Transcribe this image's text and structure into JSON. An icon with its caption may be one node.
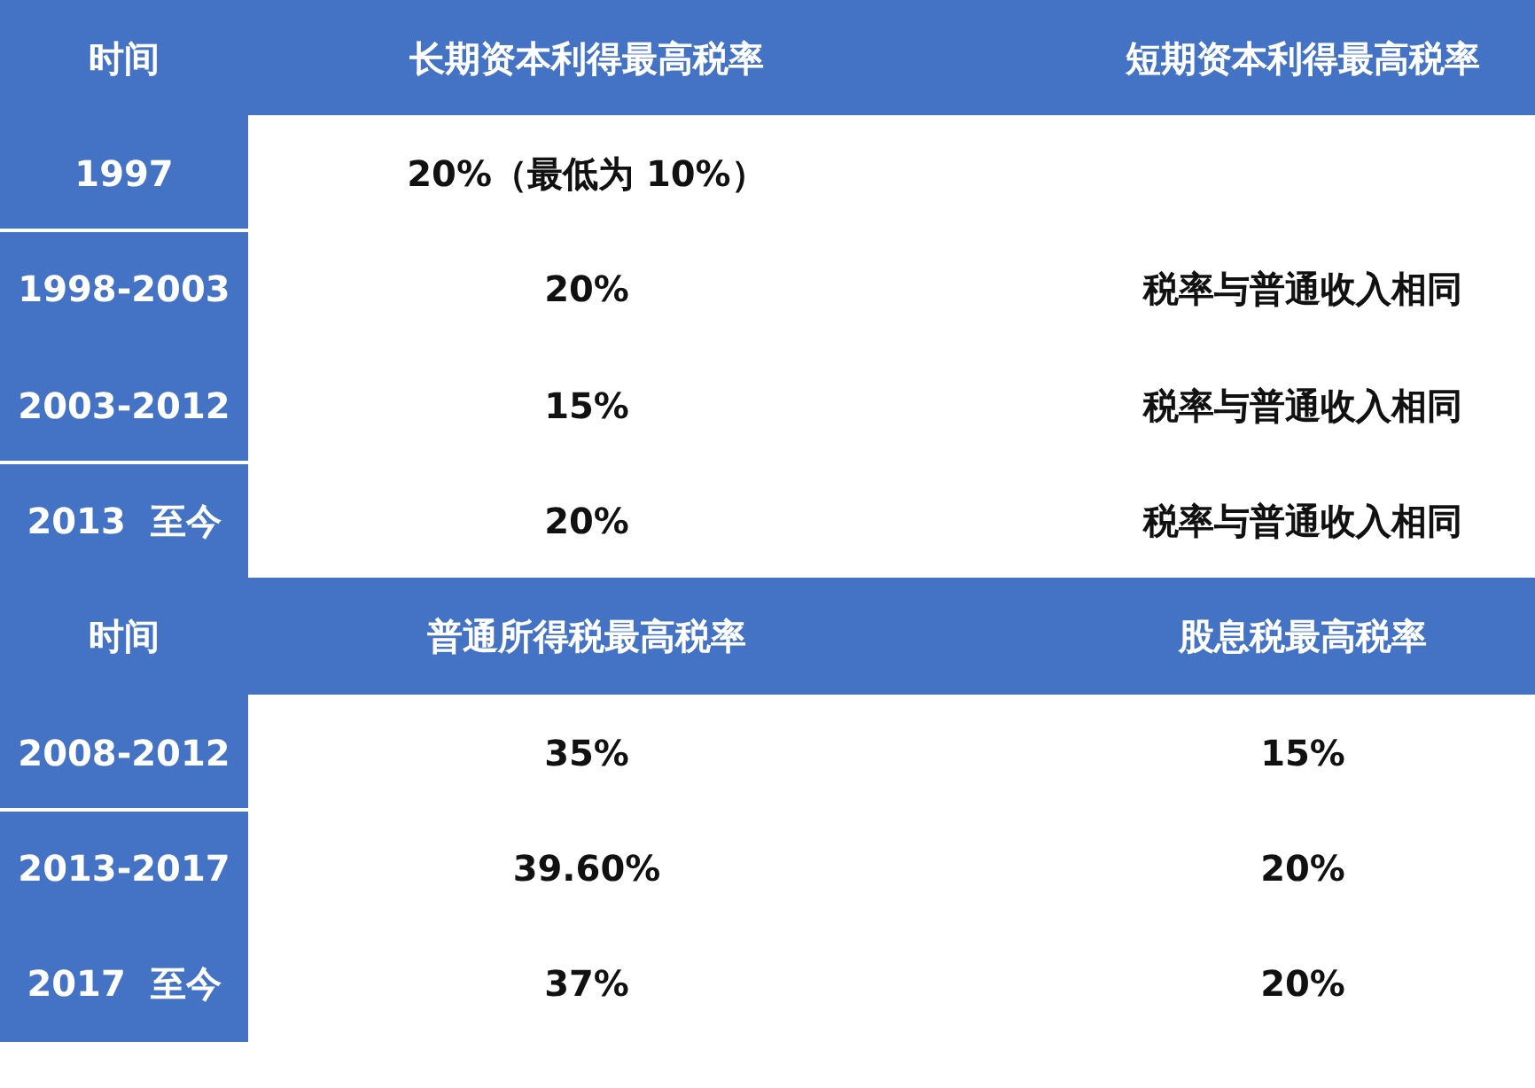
{
  "diagram": {
    "labels": [
      "时间",
      "长期资本利得最高税率",
      "短期资本利得最高税率",
      "1997",
      "20%（最低为 10%）",
      "1998-2003",
      "20%",
      "税率与普通收入相同",
      "2003-2012",
      "15%",
      "税率与普通收入相同",
      "2013  至今",
      "20%",
      "税率与普通收入相同",
      "时间",
      "普通所得税最高税率",
      "股息税最高税率",
      "2008-2012",
      "35%",
      "15%",
      "2013-2017",
      "39.60%",
      "20%",
      "2017  至今",
      "37%",
      "20%"
    ]
  }
}
